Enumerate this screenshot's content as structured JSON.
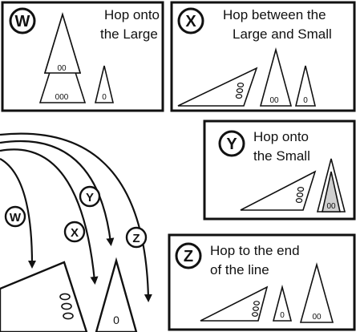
{
  "panels": {
    "w": {
      "letter": "W",
      "caption_line1": "Hop onto",
      "caption_line2": "the Large"
    },
    "x": {
      "letter": "X",
      "caption_line1": "Hop between the",
      "caption_line2": "Large and Small"
    },
    "y": {
      "letter": "Y",
      "caption_line1": "Hop onto",
      "caption_line2": "the Small"
    },
    "z": {
      "letter": "Z",
      "caption_line1": "Hop to the end",
      "caption_line2": "of the line"
    }
  },
  "arrow_labels": {
    "w": "W",
    "x": "X",
    "y": "Y",
    "z": "Z"
  },
  "pyramid_marks": {
    "large_two_pips": "00",
    "large_three_pips": "000",
    "single_pip": "0",
    "medium_two_pips": "00",
    "lying_three_pips": "000"
  },
  "colors": {
    "stroke": "#111111",
    "background": "#ffffff",
    "highlight_fill": "#cfcfcf"
  }
}
